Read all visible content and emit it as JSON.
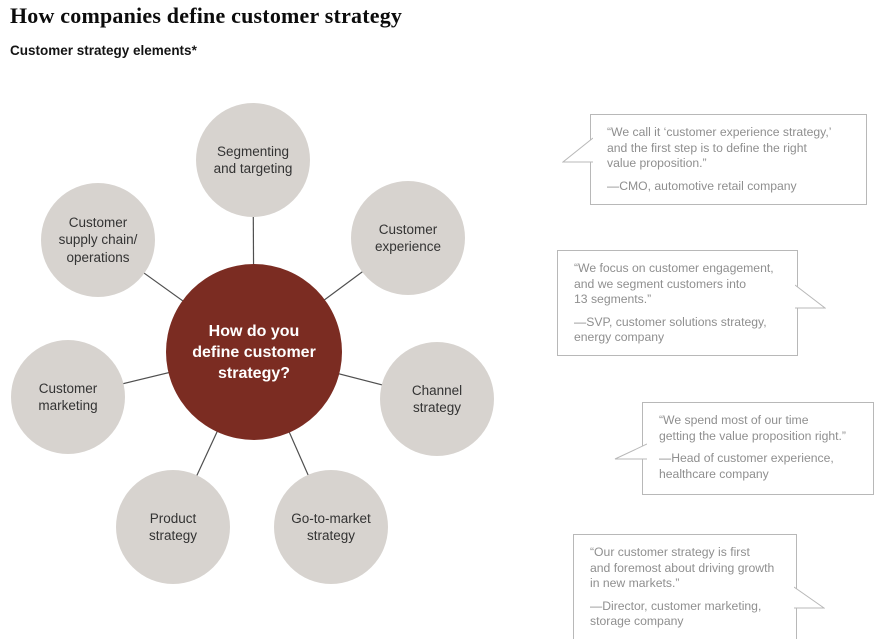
{
  "header": {
    "title": "How companies define customer strategy",
    "subtitle": "Customer strategy elements*"
  },
  "colors": {
    "center_circle": "#7b2c22",
    "node_circle": "#d7d3cf",
    "connector_line": "#4f4f4f",
    "quote_border": "#b8b8b8",
    "quote_text": "#8f8f8f",
    "node_text": "#333333",
    "center_text": "#ffffff"
  },
  "diagram": {
    "center_question": "How do you\ndefine customer\nstrategy?",
    "nodes": [
      {
        "id": "segmenting-and-targeting",
        "label": "Segmenting\nand targeting"
      },
      {
        "id": "customer-experience",
        "label": "Customer\nexperience"
      },
      {
        "id": "customer-supply-chain-operations",
        "label": "Customer\nsupply chain/\noperations"
      },
      {
        "id": "channel-strategy",
        "label": "Channel\nstrategy"
      },
      {
        "id": "customer-marketing",
        "label": "Customer\nmarketing"
      },
      {
        "id": "product-strategy",
        "label": "Product\nstrategy"
      },
      {
        "id": "go-to-market-strategy",
        "label": "Go-to-market\nstrategy"
      }
    ]
  },
  "quotes": [
    {
      "text": "“We call it ‘customer experience strategy,’\nand the first step is to define the right\nvalue proposition.”",
      "attribution": "—CMO, automotive retail company"
    },
    {
      "text": "“We focus on customer engagement,\nand we segment customers into\n13 segments.”",
      "attribution": "—SVP, customer solutions strategy,\nenergy company"
    },
    {
      "text": "“We spend most of our time\ngetting the value proposition right.”",
      "attribution": "—Head of customer experience,\nhealthcare company"
    },
    {
      "text": "“Our customer strategy is first\nand foremost about driving growth\nin new markets.”",
      "attribution": "—Director, customer marketing,\nstorage company"
    }
  ]
}
